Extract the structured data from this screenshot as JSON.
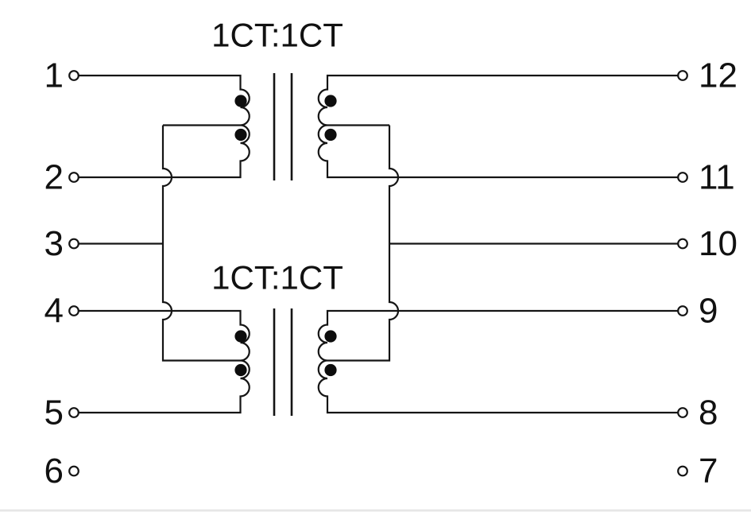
{
  "schematic": {
    "description": "dual center-tapped transformer schematic",
    "transformer_labels": {
      "top": "1CT:1CT",
      "bottom": "1CT:1CT"
    },
    "pins_left": [
      "1",
      "2",
      "3",
      "4",
      "5",
      "6"
    ],
    "pins_right": [
      "12",
      "11",
      "10",
      "9",
      "8",
      "7"
    ],
    "colors": {
      "line": "#141414",
      "background": "#ffffff",
      "footer_strip": "#f0f0f0",
      "footer_line": "#dadada"
    }
  }
}
